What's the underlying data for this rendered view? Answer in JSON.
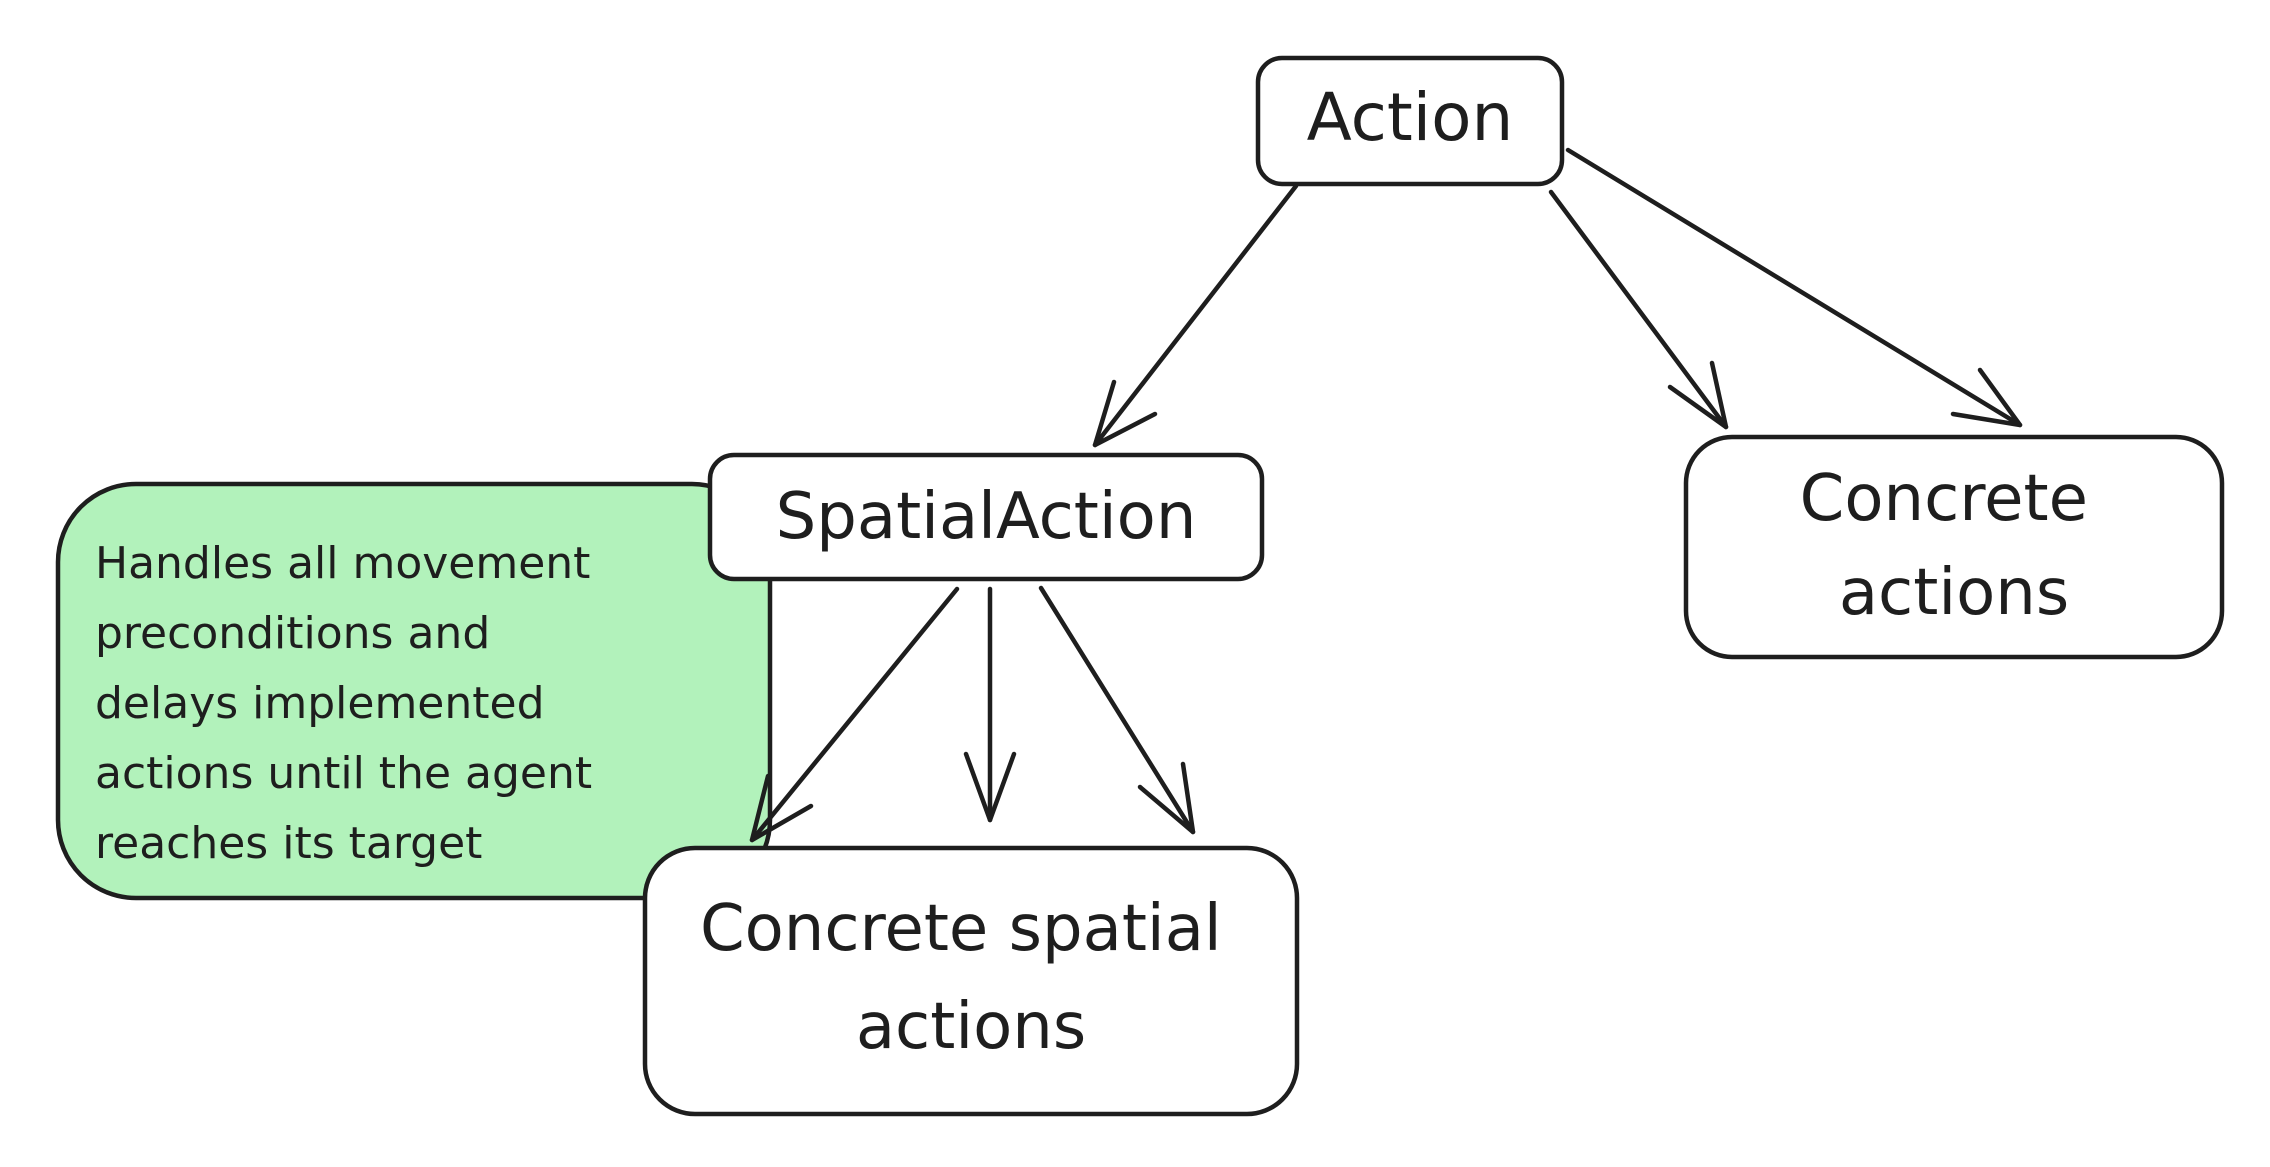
{
  "colors": {
    "stroke": "#1e1e1e",
    "box_fill": "#ffffff",
    "note_fill": "#b2f2bb",
    "background": "#ffffff"
  },
  "nodes": {
    "action": {
      "label": "Action"
    },
    "spatial_action": {
      "label": "SpatialAction"
    },
    "concrete_actions": {
      "lines": [
        "Concrete",
        "actions"
      ]
    },
    "concrete_spatial_actions": {
      "lines": [
        "Concrete spatial",
        "actions"
      ]
    },
    "note": {
      "lines": [
        "Handles all movement",
        "preconditions and",
        "delays implemented",
        "actions until the agent",
        "reaches its target"
      ]
    }
  },
  "edges": [
    {
      "from": "Action",
      "to": "SpatialAction"
    },
    {
      "from": "Action",
      "to": "Concrete actions"
    },
    {
      "from": "Action",
      "to": "Concrete actions"
    },
    {
      "from": "SpatialAction",
      "to": "Concrete spatial actions"
    },
    {
      "from": "SpatialAction",
      "to": "Concrete spatial actions"
    },
    {
      "from": "SpatialAction",
      "to": "Concrete spatial actions"
    }
  ]
}
